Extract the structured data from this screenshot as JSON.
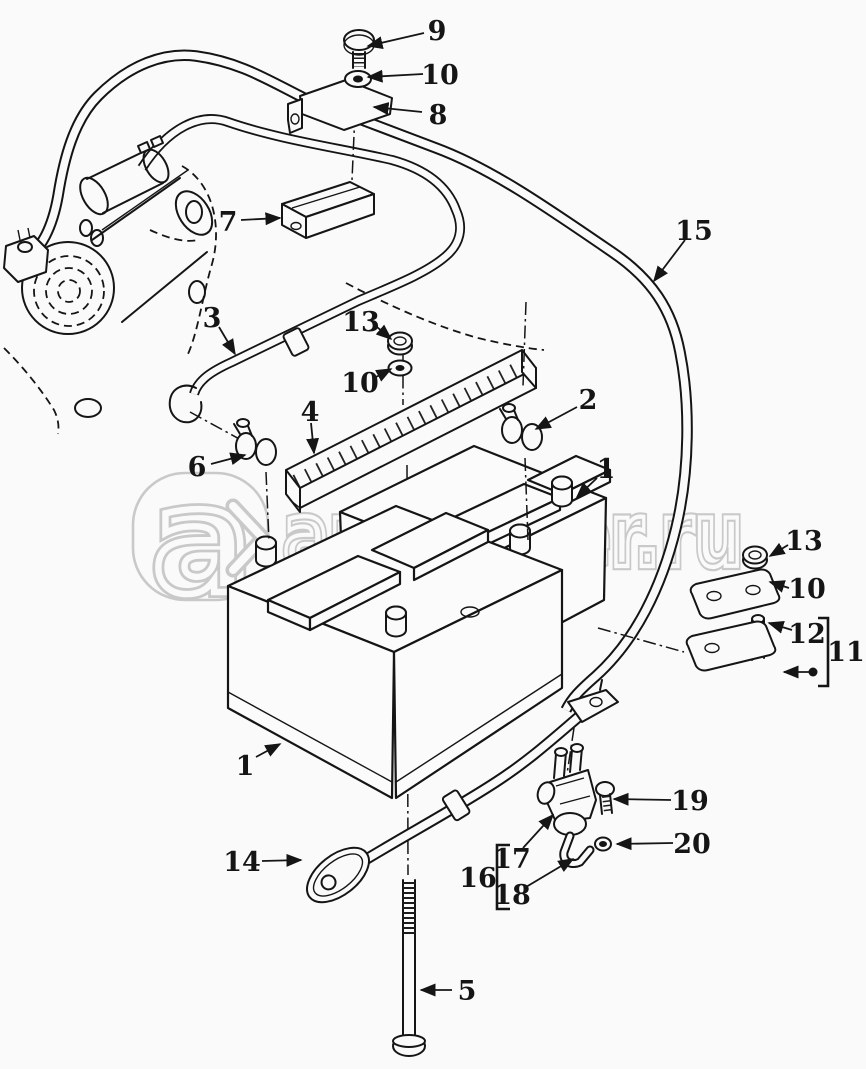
{
  "watermark": {
    "logo_letter": "a",
    "logo_chevron": ">",
    "site_text": "autopiter.ru"
  },
  "colors": {
    "background": "#fafafa",
    "line": "#151515",
    "watermark": "#c9c9c9"
  },
  "diagram": {
    "type": "exploded-parts-diagram",
    "subject": "battery, cables, starter and hold-down hardware",
    "callouts": [
      {
        "label": "9"
      },
      {
        "label": "10"
      },
      {
        "label": "8"
      },
      {
        "label": "7"
      },
      {
        "label": "15"
      },
      {
        "label": "3"
      },
      {
        "label": "13"
      },
      {
        "label": "10"
      },
      {
        "label": "4"
      },
      {
        "label": "2"
      },
      {
        "label": "6"
      },
      {
        "label": "1"
      },
      {
        "label": "13"
      },
      {
        "label": "10"
      },
      {
        "label": "12"
      },
      {
        "label": "11"
      },
      {
        "label": "1"
      },
      {
        "label": "19"
      },
      {
        "label": "20"
      },
      {
        "label": "14"
      },
      {
        "label": "17"
      },
      {
        "label": "16"
      },
      {
        "label": "18"
      },
      {
        "label": "5"
      }
    ]
  }
}
